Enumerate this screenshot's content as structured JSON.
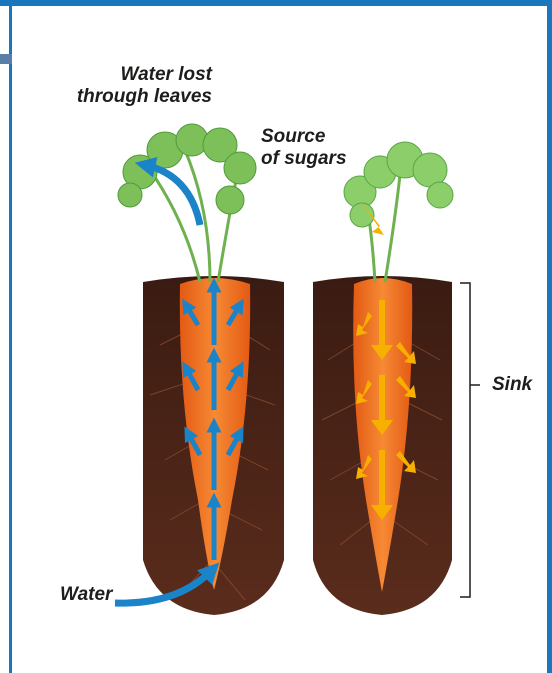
{
  "labels": {
    "water_lost": [
      "Water lost",
      "through leaves"
    ],
    "source": [
      "Source",
      "of sugars"
    ],
    "sink": "Sink",
    "water": "Water"
  },
  "colors": {
    "frame": "#1a77bd",
    "soil": "#4b2418",
    "carrot": "#f0701e",
    "leaf": "#7dc05a",
    "water_arrow": "#1b83c8",
    "sugar_arrow": "#f7b000"
  }
}
